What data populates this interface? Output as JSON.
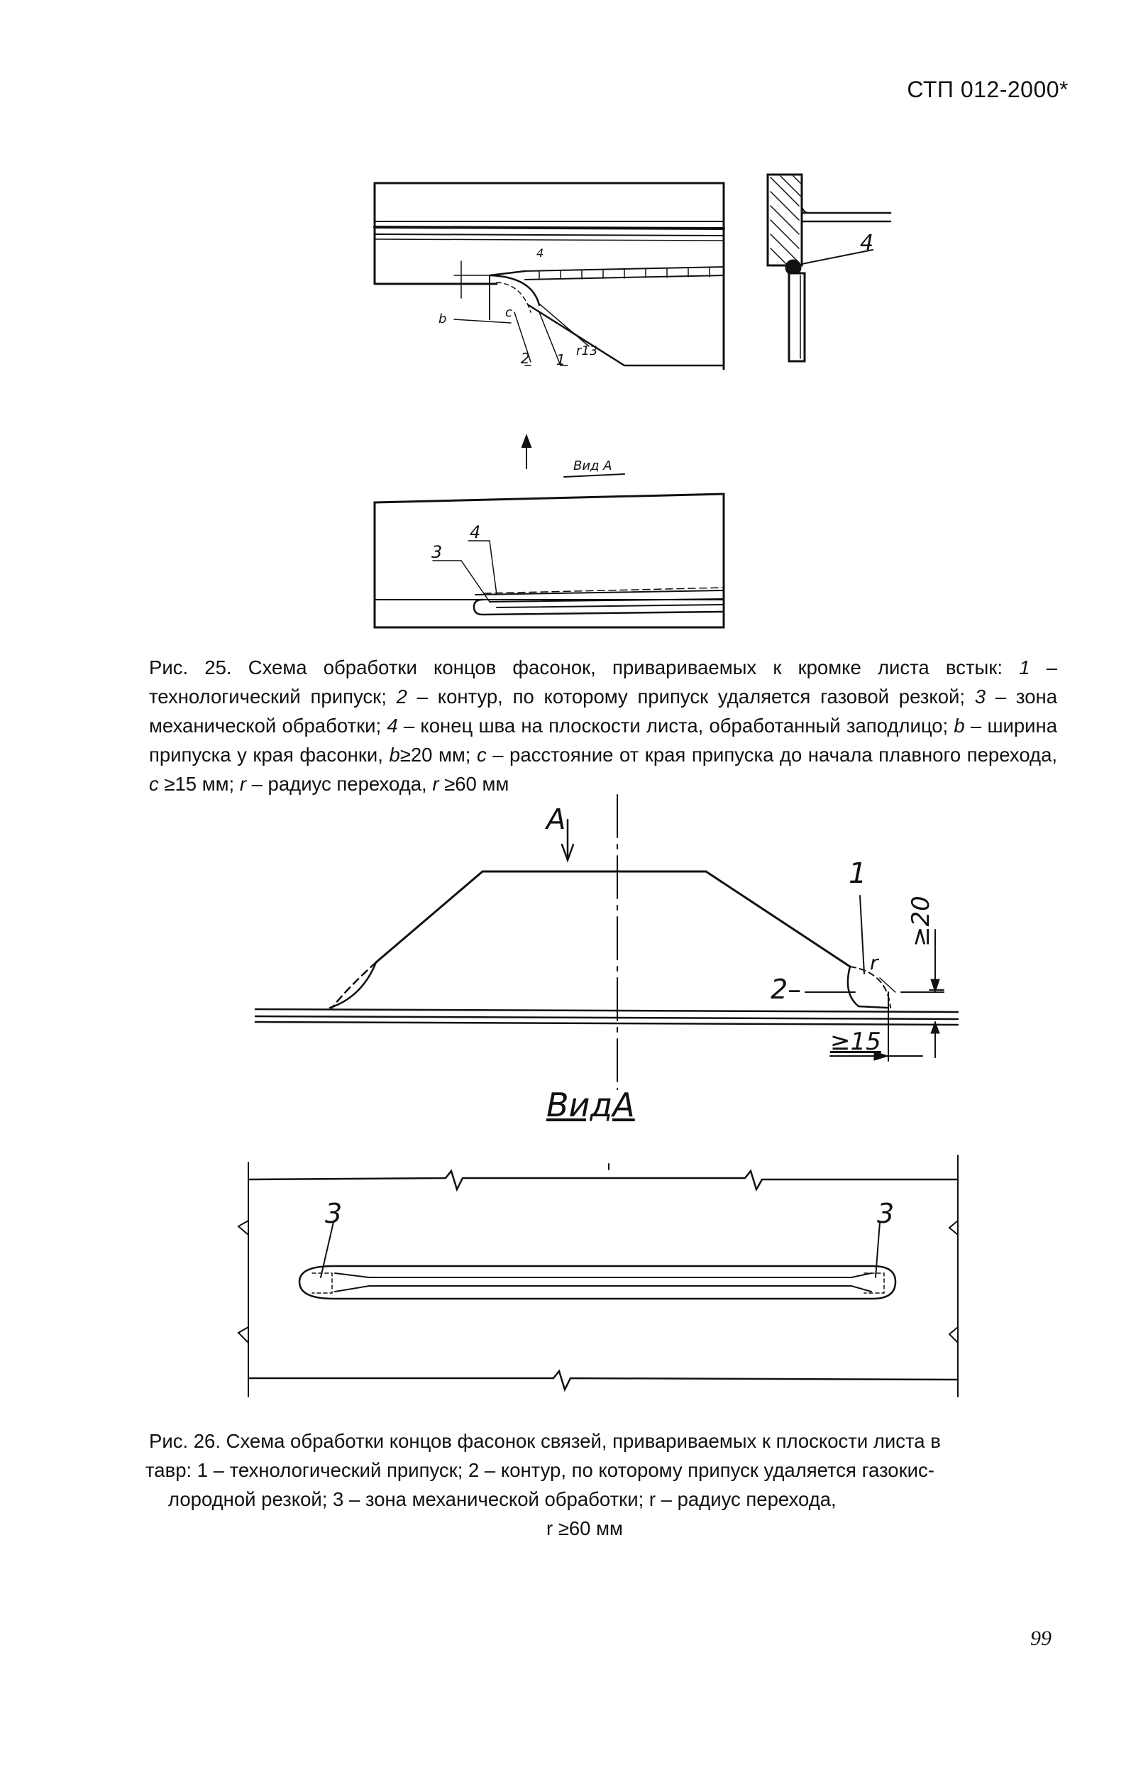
{
  "header": {
    "doc_code": "СТП 012-2000*"
  },
  "fig25": {
    "labels": {
      "l1": "1",
      "l2": "2",
      "l3": "3",
      "l4": "4",
      "l4b": "4",
      "lr": "r13",
      "lc": "c",
      "lb": "b",
      "view": "Вид А"
    },
    "caption_parts": [
      {
        "text": "Рис. 25. Схема обработки концов фасонок, привариваемых к кромке листа встык: "
      },
      {
        "text": "1",
        "italic": true
      },
      {
        "text": " – технологический припуск; "
      },
      {
        "text": "2",
        "italic": true
      },
      {
        "text": " – контур, по которому припуск удаляется газовой резкой; "
      },
      {
        "text": "3",
        "italic": true
      },
      {
        "text": " – зона механической обработки; "
      },
      {
        "text": "4",
        "italic": true
      },
      {
        "text": " – конец шва на плоскости листа, обработанный заподлицо; "
      },
      {
        "text": "b",
        "italic": true
      },
      {
        "text": " – ширина припуска у края фасонки, "
      },
      {
        "text": "b",
        "italic": true
      },
      {
        "text": "≥20 мм; "
      },
      {
        "text": "c",
        "italic": true
      },
      {
        "text": " – расстояние от края припуска до начала плавного перехода, "
      },
      {
        "text": "c",
        "italic": true
      },
      {
        "text": " ≥15 мм; "
      },
      {
        "text": "r",
        "italic": true
      },
      {
        "text": " – радиус перехода, "
      },
      {
        "text": "r",
        "italic": true
      },
      {
        "text": " ≥60 мм"
      }
    ]
  },
  "fig26": {
    "labels": {
      "a": "A",
      "l1": "1",
      "l2": "2–",
      "lr": "r",
      "d20": "≥20",
      "d15": "≥15",
      "view": "ВидА",
      "l3a": "3",
      "l3b": "3",
      "tick": "ı"
    },
    "caption_lines": [
      "Рис. 26. Схема обработки концов фасонок связей, привариваемых к плоскости листа в",
      "тавр: 1 – технологический припуск; 2 – контур, по которому припуск удаляется газокис-",
      "лородной резкой;   3 –  зона механической обработки;  r – радиус перехода,",
      "r ≥60 мм"
    ]
  },
  "page_number": "99"
}
